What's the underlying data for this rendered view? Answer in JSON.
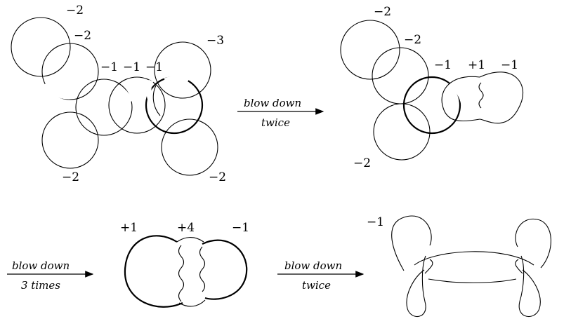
{
  "diagram1": {
    "labels": [
      "−2",
      "−2",
      "−1",
      "−1",
      "−1",
      "−3",
      "−2",
      "−2"
    ]
  },
  "arrow1": {
    "top": "blow down",
    "bottom": "twice"
  },
  "diagram2": {
    "labels": [
      "−2",
      "−2",
      "−1",
      "+1",
      "−1",
      "−2"
    ]
  },
  "arrow2": {
    "top": "blow down",
    "bottom": "3 times"
  },
  "diagram3": {
    "labels": [
      "+1",
      "+4",
      "−1"
    ]
  },
  "arrow3": {
    "top": "blow down",
    "bottom": "twice"
  },
  "diagram4": {
    "labels": [
      "−1"
    ]
  }
}
